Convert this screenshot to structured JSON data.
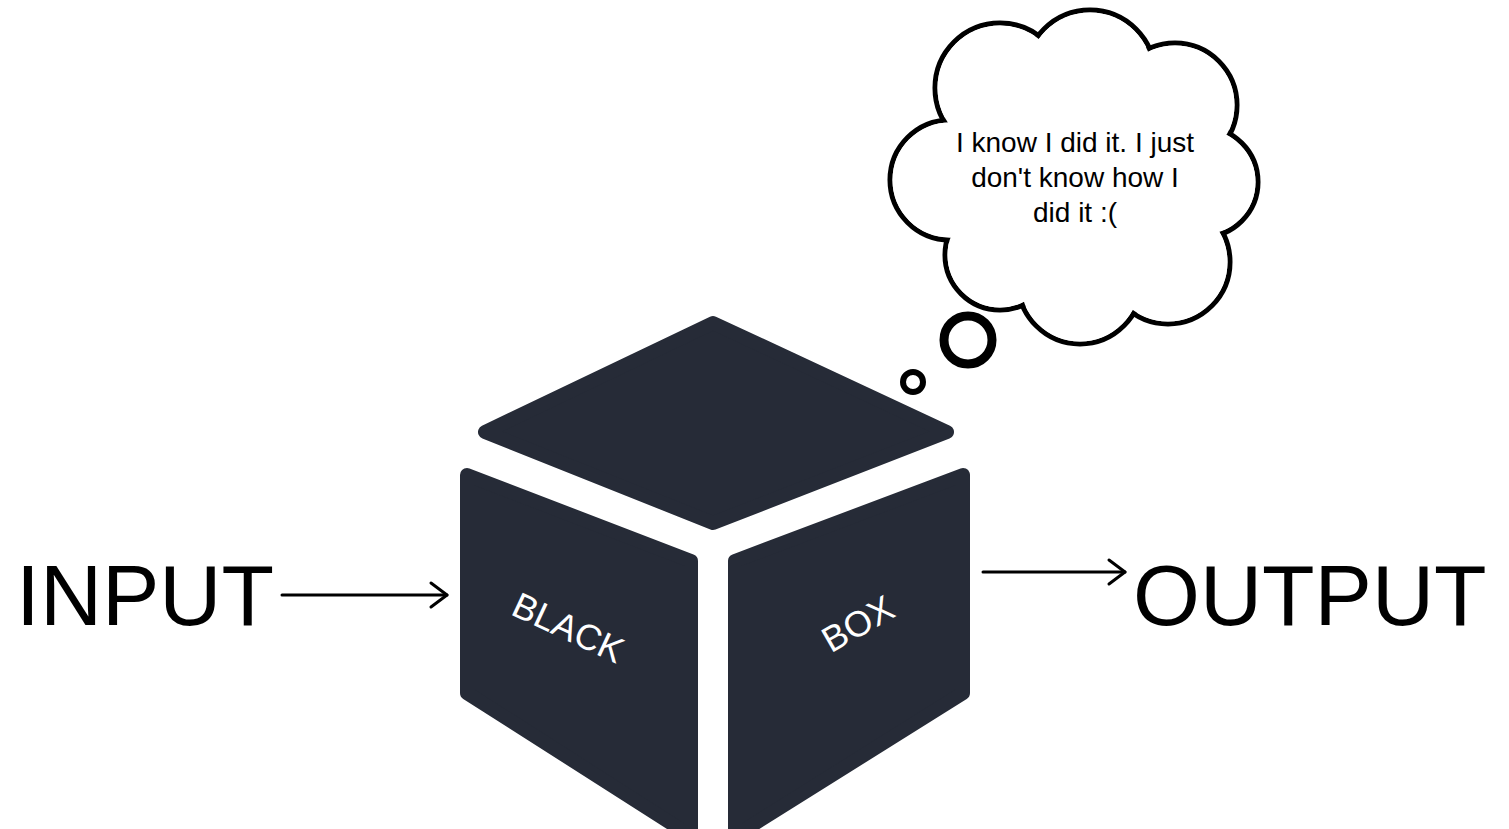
{
  "diagram": {
    "nodes": [
      {
        "text": [
          "INPUT"
        ]
      },
      {
        "text": [
          "BLACK",
          "BOX"
        ]
      },
      {
        "text": [
          "OUTPUT"
        ]
      },
      {
        "text": [
          "I know I did it. I just don't know how I did it :("
        ]
      }
    ],
    "edges": [
      {
        "from": 0,
        "to": 1,
        "arrow": "to"
      },
      {
        "from": 1,
        "to": 2,
        "arrow": "to"
      }
    ]
  }
}
